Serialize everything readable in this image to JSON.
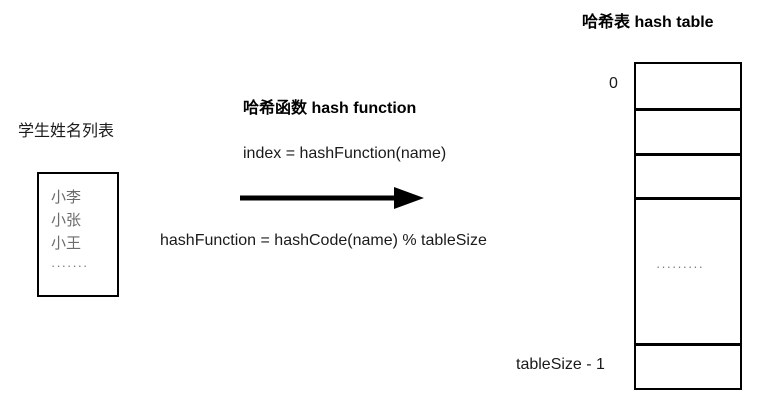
{
  "diagram": {
    "title": "哈希表 hash table",
    "background_color": "#ffffff",
    "line_color": "#000000",
    "muted_text_color": "#6b6b6b"
  },
  "input_list": {
    "label": "学生姓名列表",
    "items": [
      "小李",
      "小张",
      "小王"
    ],
    "ellipsis": "·······"
  },
  "hash_function": {
    "heading": "哈希函数 hash function",
    "index_expression": "index = hashFunction(name)",
    "formula": "hashFunction = hashCode(name) % tableSize",
    "arrow_name": "flow-arrow-right"
  },
  "hash_table": {
    "title": "哈希表 hash table",
    "first_index_label": "0",
    "last_index_label": "tableSize - 1",
    "cell_ellipsis": "·········",
    "cells": [
      {
        "id": "cell-0",
        "value": ""
      },
      {
        "id": "cell-1",
        "value": ""
      },
      {
        "id": "cell-2",
        "value": ""
      },
      {
        "id": "cell-mid",
        "value": ""
      },
      {
        "id": "cell-last",
        "value": ""
      }
    ]
  }
}
